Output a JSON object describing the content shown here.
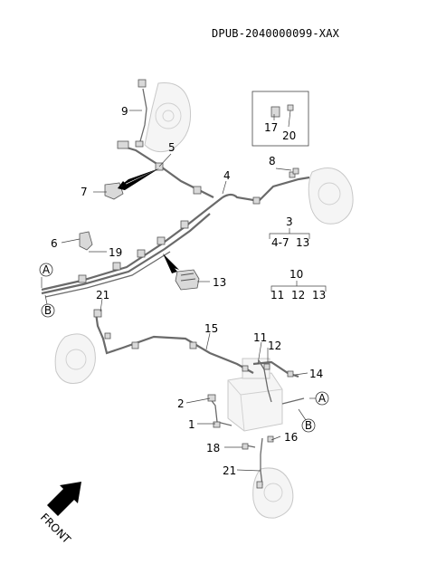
{
  "diagram": {
    "part_code": "DPUB-2040000099-XAX",
    "callouts": [
      {
        "id": "c1",
        "text": "1"
      },
      {
        "id": "c2",
        "text": "2"
      },
      {
        "id": "c4",
        "text": "4"
      },
      {
        "id": "c5",
        "text": "5"
      },
      {
        "id": "c6",
        "text": "6"
      },
      {
        "id": "c7",
        "text": "7"
      },
      {
        "id": "c8",
        "text": "8"
      },
      {
        "id": "c9",
        "text": "9"
      },
      {
        "id": "c11",
        "text": "11"
      },
      {
        "id": "c12",
        "text": "12"
      },
      {
        "id": "c13",
        "text": "13"
      },
      {
        "id": "c14",
        "text": "14"
      },
      {
        "id": "c15",
        "text": "15"
      },
      {
        "id": "c16",
        "text": "16"
      },
      {
        "id": "c17",
        "text": "17"
      },
      {
        "id": "c18",
        "text": "18"
      },
      {
        "id": "c19",
        "text": "19"
      },
      {
        "id": "c20",
        "text": "20"
      },
      {
        "id": "c21a",
        "text": "21"
      },
      {
        "id": "c21b",
        "text": "21"
      }
    ],
    "groups": [
      {
        "id": "g3",
        "head": "3",
        "items": [
          "4-7",
          "13"
        ]
      },
      {
        "id": "g10",
        "head": "10",
        "items": [
          "11",
          "12",
          "13"
        ]
      }
    ],
    "connectors": [
      {
        "id": "A1",
        "text": "A"
      },
      {
        "id": "B1",
        "text": "B"
      },
      {
        "id": "A2",
        "text": "A"
      },
      {
        "id": "B2",
        "text": "B"
      }
    ],
    "front_label": "FRONT"
  }
}
